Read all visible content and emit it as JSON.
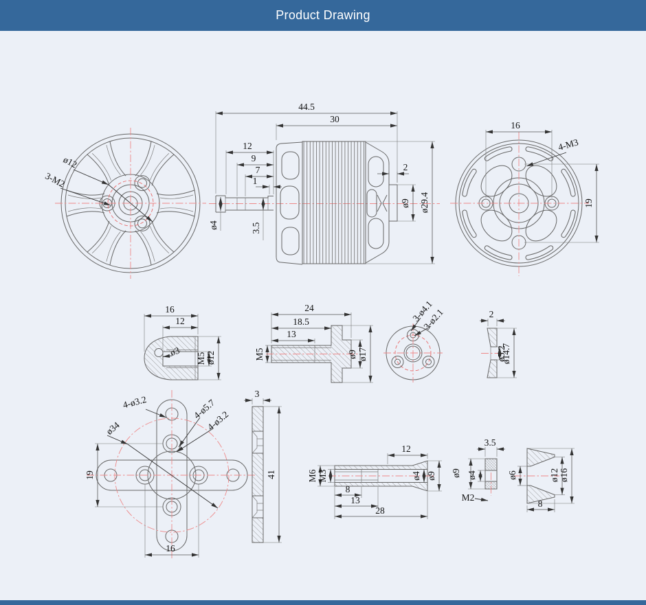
{
  "header": {
    "title": "Product Drawing"
  },
  "colors": {
    "header_bg": "#35689B",
    "page_bg": "#ECF0F7",
    "line": "#666666",
    "centerline": "#EE8888",
    "text": "#111111"
  },
  "views": {
    "motor_front": {
      "shaft_boss_dia": "ø12",
      "mount_holes": "3-M2"
    },
    "motor_side": {
      "overall": "44.5",
      "body": "30",
      "s12": "12",
      "s9": "9",
      "s7": "7",
      "s1": "1",
      "boss_len": "2",
      "boss_dia": "ø9",
      "body_dia": "ø29.4",
      "shaft_dia": "ø4",
      "flat": "3.5"
    },
    "motor_rear": {
      "span_h": "16",
      "span_v": "19",
      "holes": "4-M3"
    },
    "prop_nut": {
      "len": "16",
      "inner_len": "12",
      "hole": "ø3",
      "thread": "M5",
      "dia": "ø12"
    },
    "prop_adapter": {
      "len": "24",
      "len2": "18.5",
      "thread_len": "13",
      "thread": "M5",
      "boss_dia": "ø9",
      "flange_dia": "ø17"
    },
    "washer_front": {
      "holes_outer": "3-ø4.1",
      "holes_inner": "3-ø2.1"
    },
    "washer_side": {
      "thick": "2",
      "bore": "ø5.2",
      "dia": "ø14.7"
    },
    "cross_mount": {
      "holes_a": "4-ø3.2",
      "circle": "ø34",
      "holes_b": "4-ø5.7",
      "holes_c": "4-ø3.2",
      "span_v": "19",
      "span_h": "16"
    },
    "mount_side": {
      "thick": "3",
      "len": "41"
    },
    "collet": {
      "taper": "12",
      "out_thread": "M6",
      "in_thread": "M3",
      "bore": "ø4",
      "dia": "ø9",
      "l8": "8",
      "l13": "13",
      "l28": "28"
    },
    "collet_nut": {
      "w": "3.5",
      "dia": "ø9",
      "bore": "ø4",
      "thread": "M2"
    },
    "cone": {
      "bore": "ø6",
      "inner": "ø12",
      "outer": "ø16",
      "len": "8"
    }
  }
}
